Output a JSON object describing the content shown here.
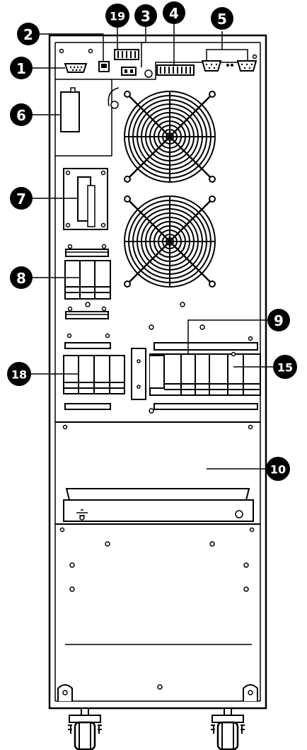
{
  "callouts": [
    {
      "id": "c1",
      "label": "1"
    },
    {
      "id": "c2",
      "label": "2"
    },
    {
      "id": "c3",
      "label": "3"
    },
    {
      "id": "c4",
      "label": "4"
    },
    {
      "id": "c5",
      "label": "5"
    },
    {
      "id": "c6",
      "label": "6"
    },
    {
      "id": "c7",
      "label": "7"
    },
    {
      "id": "c8",
      "label": "8"
    },
    {
      "id": "c9",
      "label": "9"
    },
    {
      "id": "c10",
      "label": "10"
    },
    {
      "id": "c15",
      "label": "15"
    },
    {
      "id": "c18",
      "label": "18"
    },
    {
      "id": "c19",
      "label": "19"
    }
  ],
  "colors": {
    "line": "#000000",
    "fill": "#ffffff",
    "badge": "#000000"
  }
}
